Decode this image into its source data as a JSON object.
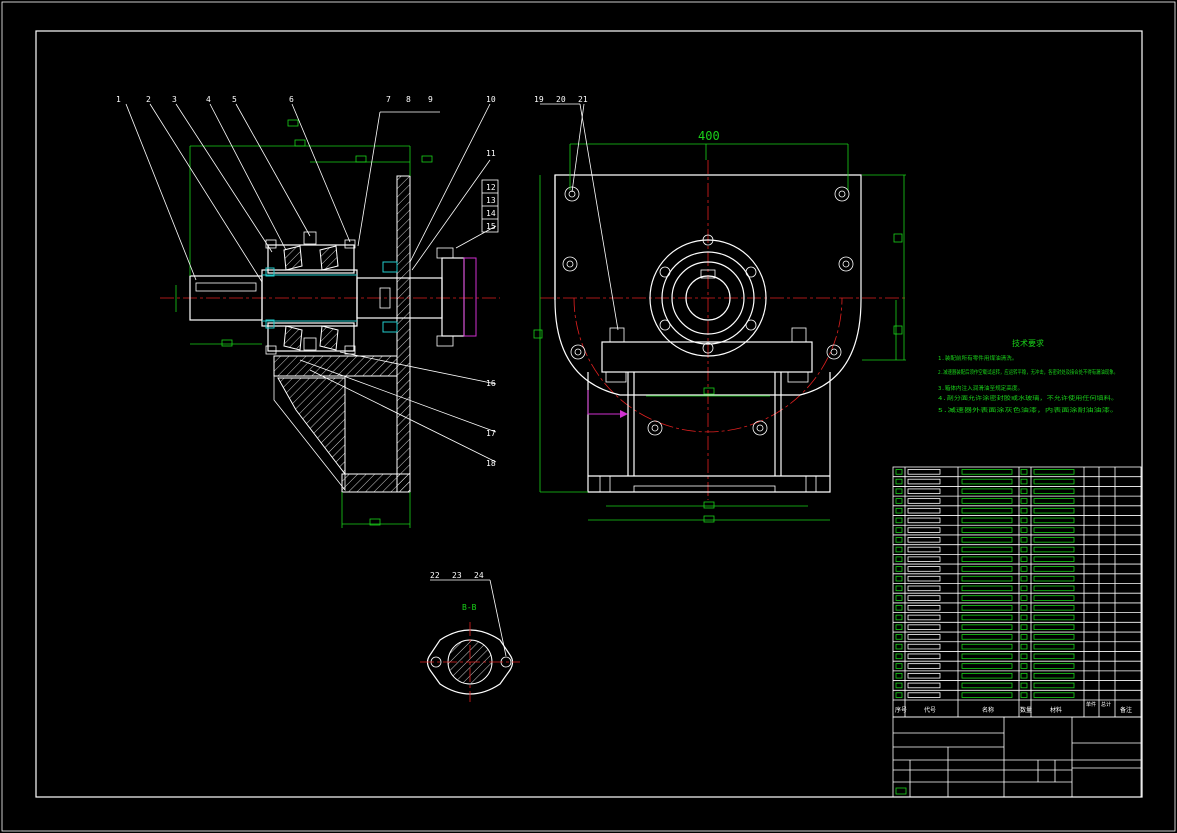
{
  "drawing": {
    "balloons_front": [
      "1",
      "2",
      "3",
      "4",
      "5",
      "6",
      "7",
      "8",
      "9",
      "10",
      "11",
      "12",
      "13",
      "14",
      "15",
      "16",
      "17",
      "18"
    ],
    "balloons_side": [
      "19",
      "20",
      "21"
    ],
    "balloons_section": [
      "22",
      "23",
      "24"
    ],
    "dim_width": "400",
    "section_label": "B-B",
    "tech_title": "技术要求",
    "tech_lines": [
      "1.装配前所有零件用煤油清洗。",
      "2.减速器装配后须作空载试运转，应运转平稳，无冲击，各密封处及接合处不得有漏油现象。",
      "3.箱体内注入润滑油至规定高度。",
      "4.剖分面允许涂密封胶或水玻璃，不允许使用任何填料。",
      "5.减速器外表面涂灰色油漆，内表面涂耐油油漆。"
    ]
  },
  "title_block": {
    "header": [
      "序号",
      "代号",
      "名称",
      "数量",
      "材料",
      "单件",
      "总计",
      "备注"
    ]
  },
  "colors": {
    "background": "#000000",
    "outline": "#ffffff",
    "dimension": "#19d219",
    "centerline": "#e02020",
    "cyan": "#22cccc",
    "magenta": "#d030d0"
  }
}
